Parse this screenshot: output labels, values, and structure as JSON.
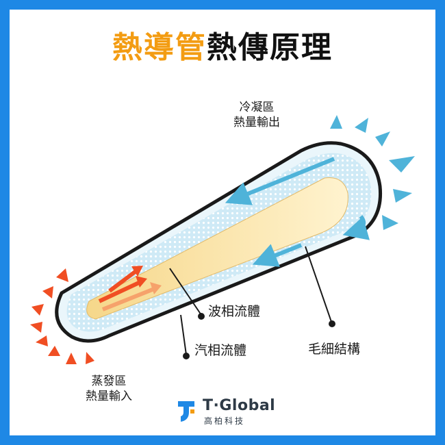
{
  "title": {
    "highlight": "熱導管",
    "rest": "熱傳原理"
  },
  "labels": {
    "condense_zone": "冷凝區",
    "heat_output": "熱量輸出",
    "evaporate_zone": "蒸發區",
    "heat_input": "熱量輸入",
    "liquid_fluid": "波相流體",
    "vapor_fluid": "汽相流體",
    "wick_structure": "毛細結構"
  },
  "brand": {
    "name": "T·Global",
    "sub": "高柏科技"
  },
  "colors": {
    "frame": "#1e88e5",
    "title_highlight": "#f39c12",
    "heat_in_arrow": "#f04e23",
    "heat_out_arrow": "#4fb3d9",
    "vapor_core": "#fbe8a6",
    "wick": "#bfe3f2"
  }
}
